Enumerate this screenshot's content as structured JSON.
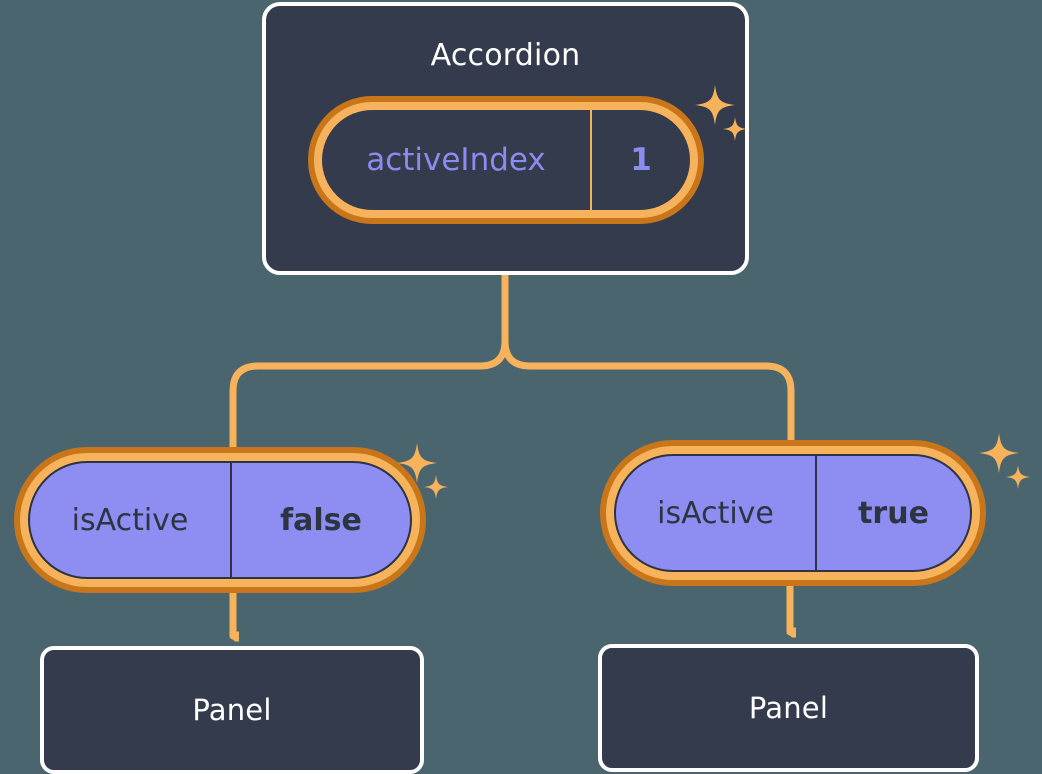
{
  "theme": {
    "background": "#4B656F",
    "node_fill": "#343B4C",
    "node_border": "#FFFFFF",
    "wire": "#F6B35B",
    "ring_outer": "#C9761A",
    "ring_inner": "#F6B35B",
    "pill_purple": "#8D8DF2",
    "text_light": "#FFFFFF",
    "text_periwinkle": "#8A8CF0",
    "text_dark": "#2D3442",
    "sparkle": "#F6B35B"
  },
  "diagram": {
    "type": "component-state-tree",
    "root": {
      "title": "Accordion",
      "state": {
        "key": "activeIndex",
        "value": "1"
      }
    },
    "children": [
      {
        "prop": {
          "key": "isActive",
          "value": "false"
        },
        "component": {
          "title": "Panel"
        }
      },
      {
        "prop": {
          "key": "isActive",
          "value": "true"
        },
        "component": {
          "title": "Panel"
        }
      }
    ]
  },
  "icons": {
    "sparkle": "sparkle-icon",
    "arrow_down": "arrow-down-icon"
  }
}
